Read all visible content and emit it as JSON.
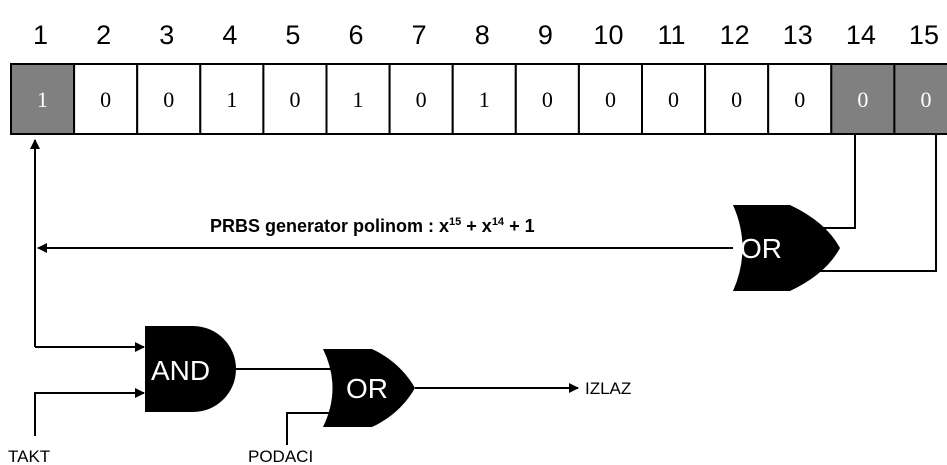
{
  "register": {
    "indices": [
      "1",
      "2",
      "3",
      "4",
      "5",
      "6",
      "7",
      "8",
      "9",
      "10",
      "11",
      "12",
      "13",
      "14",
      "15"
    ],
    "bits": [
      "1",
      "0",
      "0",
      "1",
      "0",
      "1",
      "0",
      "1",
      "0",
      "0",
      "0",
      "0",
      "0",
      "0",
      "0"
    ],
    "highlighted_cells": [
      1,
      14,
      15
    ],
    "highlight_color": "#808080",
    "cell_color": "#ffffff"
  },
  "feedback_title": {
    "prefix": "PRBS generator polinom : x",
    "exp1": "15",
    "mid": " + x",
    "exp2": "14",
    "suffix": " + 1"
  },
  "gates": {
    "feedback_or": "OR",
    "and": "AND",
    "output_or": "OR"
  },
  "labels": {
    "clock": "TAKT",
    "data": "PODACI",
    "output": "IZLAZ"
  }
}
